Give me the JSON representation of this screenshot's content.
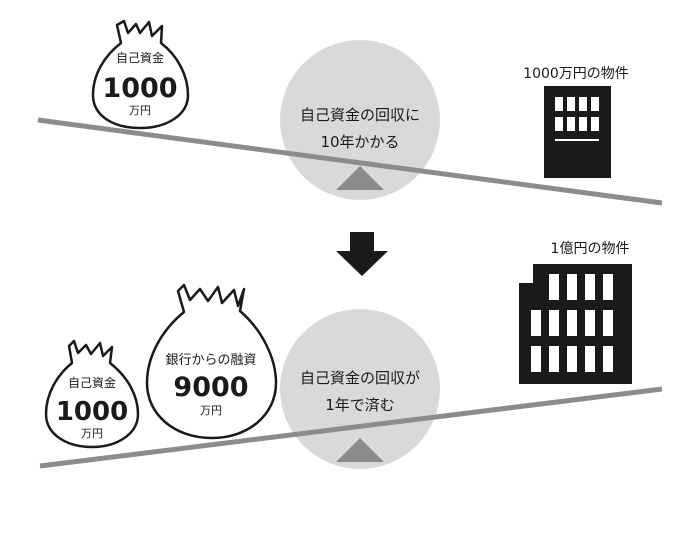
{
  "top": {
    "own_capital_bag": {
      "label": "自己資金",
      "amount": "1000",
      "unit": "万円"
    },
    "pivot_label_line1": "自己資金の回収に",
    "pivot_label_line2": "10年かかる",
    "property_label": "1000万円の物件"
  },
  "bottom": {
    "own_capital_bag": {
      "label": "自己資金",
      "amount": "1000",
      "unit": "万円"
    },
    "loan_bag": {
      "label": "銀行からの融資",
      "amount": "9000",
      "unit": "万円"
    },
    "pivot_label_line1": "自己資金の回収が",
    "pivot_label_line2": "1年で済む",
    "property_label": "1億円の物件"
  },
  "colors": {
    "beam": "#8c8c8c",
    "circle": "#d9d9d9",
    "ink": "#1a1a1a",
    "fulcrum": "#8c8c8c"
  }
}
